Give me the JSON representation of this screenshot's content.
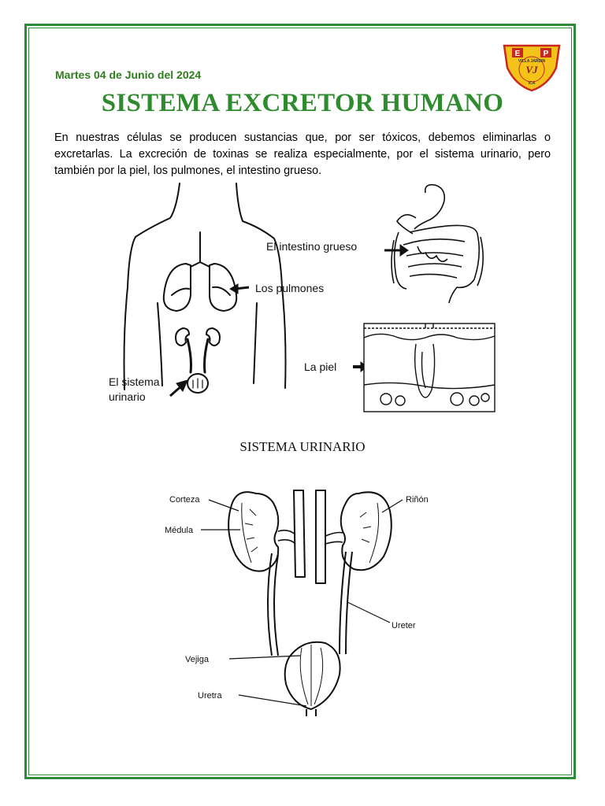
{
  "header": {
    "date": "Martes 04 de Junio del 2024",
    "title": "SISTEMA EXCRETOR HUMANO",
    "logo": {
      "letter_left": "E",
      "letter_right": "P",
      "arc_text": "VILLA JARDIN",
      "bottom_text": "ICA",
      "monogram": "VJ"
    }
  },
  "intro": "En nuestras células se producen sustancias que, por ser tóxicos, debemos eliminarlas o excretarlas. La excreción de toxinas se realiza especialmente, por el sistema urinario, pero también por la piel, los pulmones, el intestino grueso.",
  "figure1": {
    "labels": {
      "intestine": "El intestino grueso",
      "lungs": "Los pulmones",
      "skin": "La piel",
      "urinary_line1": "El sistema",
      "urinary_line2": "urinario"
    }
  },
  "section2": {
    "title": "SISTEMA URINARIO"
  },
  "figure2": {
    "labels": {
      "cortex": "Corteza",
      "kidney": "Riñón",
      "medulla": "Médula",
      "ureter": "Ureter",
      "bladder": "Vejiga",
      "urethra": "Uretra"
    }
  },
  "colors": {
    "accent_green": "#2e8b3a",
    "logo_yellow": "#f3c31a",
    "logo_red": "#c8281e"
  }
}
